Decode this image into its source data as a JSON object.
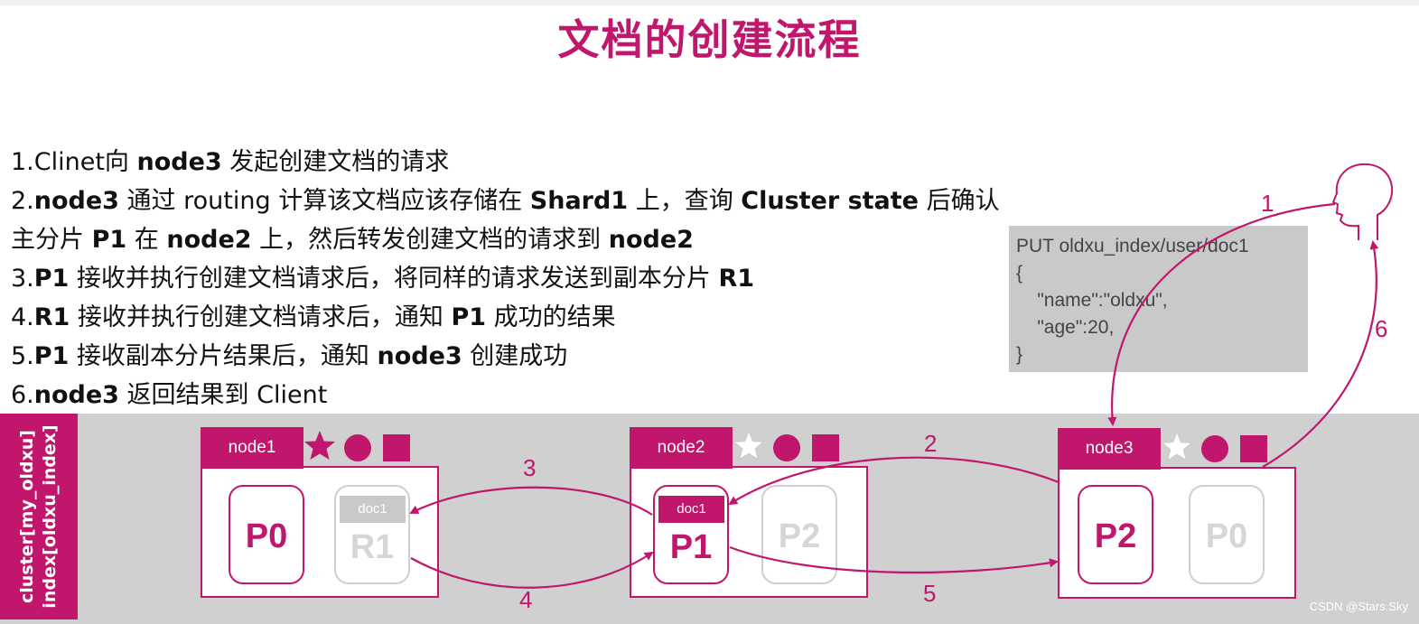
{
  "title": "文档的创建流程",
  "steps": [
    [
      {
        "t": "1.Clinet向 "
      },
      {
        "t": "node3",
        "b": true
      },
      {
        "t": " 发起创建文档的请求"
      }
    ],
    [
      {
        "t": "2."
      },
      {
        "t": "node3",
        "b": true
      },
      {
        "t": " 通过 routing 计算该文档应该存储在 "
      },
      {
        "t": "Shard1",
        "b": true
      },
      {
        "t": " 上，查询 "
      },
      {
        "t": "Cluster state",
        "b": true
      },
      {
        "t": " 后确认"
      }
    ],
    [
      {
        "t": "主分片 "
      },
      {
        "t": "P1",
        "b": true
      },
      {
        "t": " 在 "
      },
      {
        "t": "node2",
        "b": true
      },
      {
        "t": " 上，然后转发创建文档的请求到 "
      },
      {
        "t": "node2",
        "b": true
      }
    ],
    [
      {
        "t": "3."
      },
      {
        "t": "P1",
        "b": true
      },
      {
        "t": " 接收并执行创建文档请求后，将同样的请求发送到副本分片 "
      },
      {
        "t": "R1",
        "b": true
      }
    ],
    [
      {
        "t": "4."
      },
      {
        "t": "R1",
        "b": true
      },
      {
        "t": " 接收并执行创建文档请求后，通知 "
      },
      {
        "t": "P1",
        "b": true
      },
      {
        "t": " 成功的结果"
      }
    ],
    [
      {
        "t": "5."
      },
      {
        "t": "P1",
        "b": true
      },
      {
        "t": " 接收副本分片结果后，通知 "
      },
      {
        "t": "node3",
        "b": true
      },
      {
        "t": " 创建成功"
      }
    ],
    [
      {
        "t": "6."
      },
      {
        "t": "node3",
        "b": true
      },
      {
        "t": " 返回结果到 Client"
      }
    ]
  ],
  "request_box": "PUT oldxu_index/user/doc1\n{\n    \"name\":\"oldxu\",\n    \"age\":20,\n}",
  "cluster_label": [
    "cluster[my_oldxu]",
    "index[oldxu_index]"
  ],
  "nodes": [
    {
      "name": "node1",
      "star_filled": true,
      "shards": [
        {
          "label": "P0",
          "faded": false
        },
        {
          "label": "R1",
          "faded": true,
          "doc": "doc1",
          "doc_style": "grey"
        }
      ]
    },
    {
      "name": "node2",
      "star_filled": false,
      "shards": [
        {
          "label": "P1",
          "faded": false,
          "doc": "doc1",
          "doc_style": "pink"
        },
        {
          "label": "P2",
          "faded": true
        }
      ]
    },
    {
      "name": "node3",
      "star_filled": false,
      "shards": [
        {
          "label": "P2",
          "faded": false
        },
        {
          "label": "P0",
          "faded": true
        }
      ]
    }
  ],
  "arrow_numbers": [
    "1",
    "2",
    "3",
    "4",
    "5",
    "6"
  ],
  "accent_color": "#c0166b",
  "watermark": "CSDN @Stars.Sky"
}
